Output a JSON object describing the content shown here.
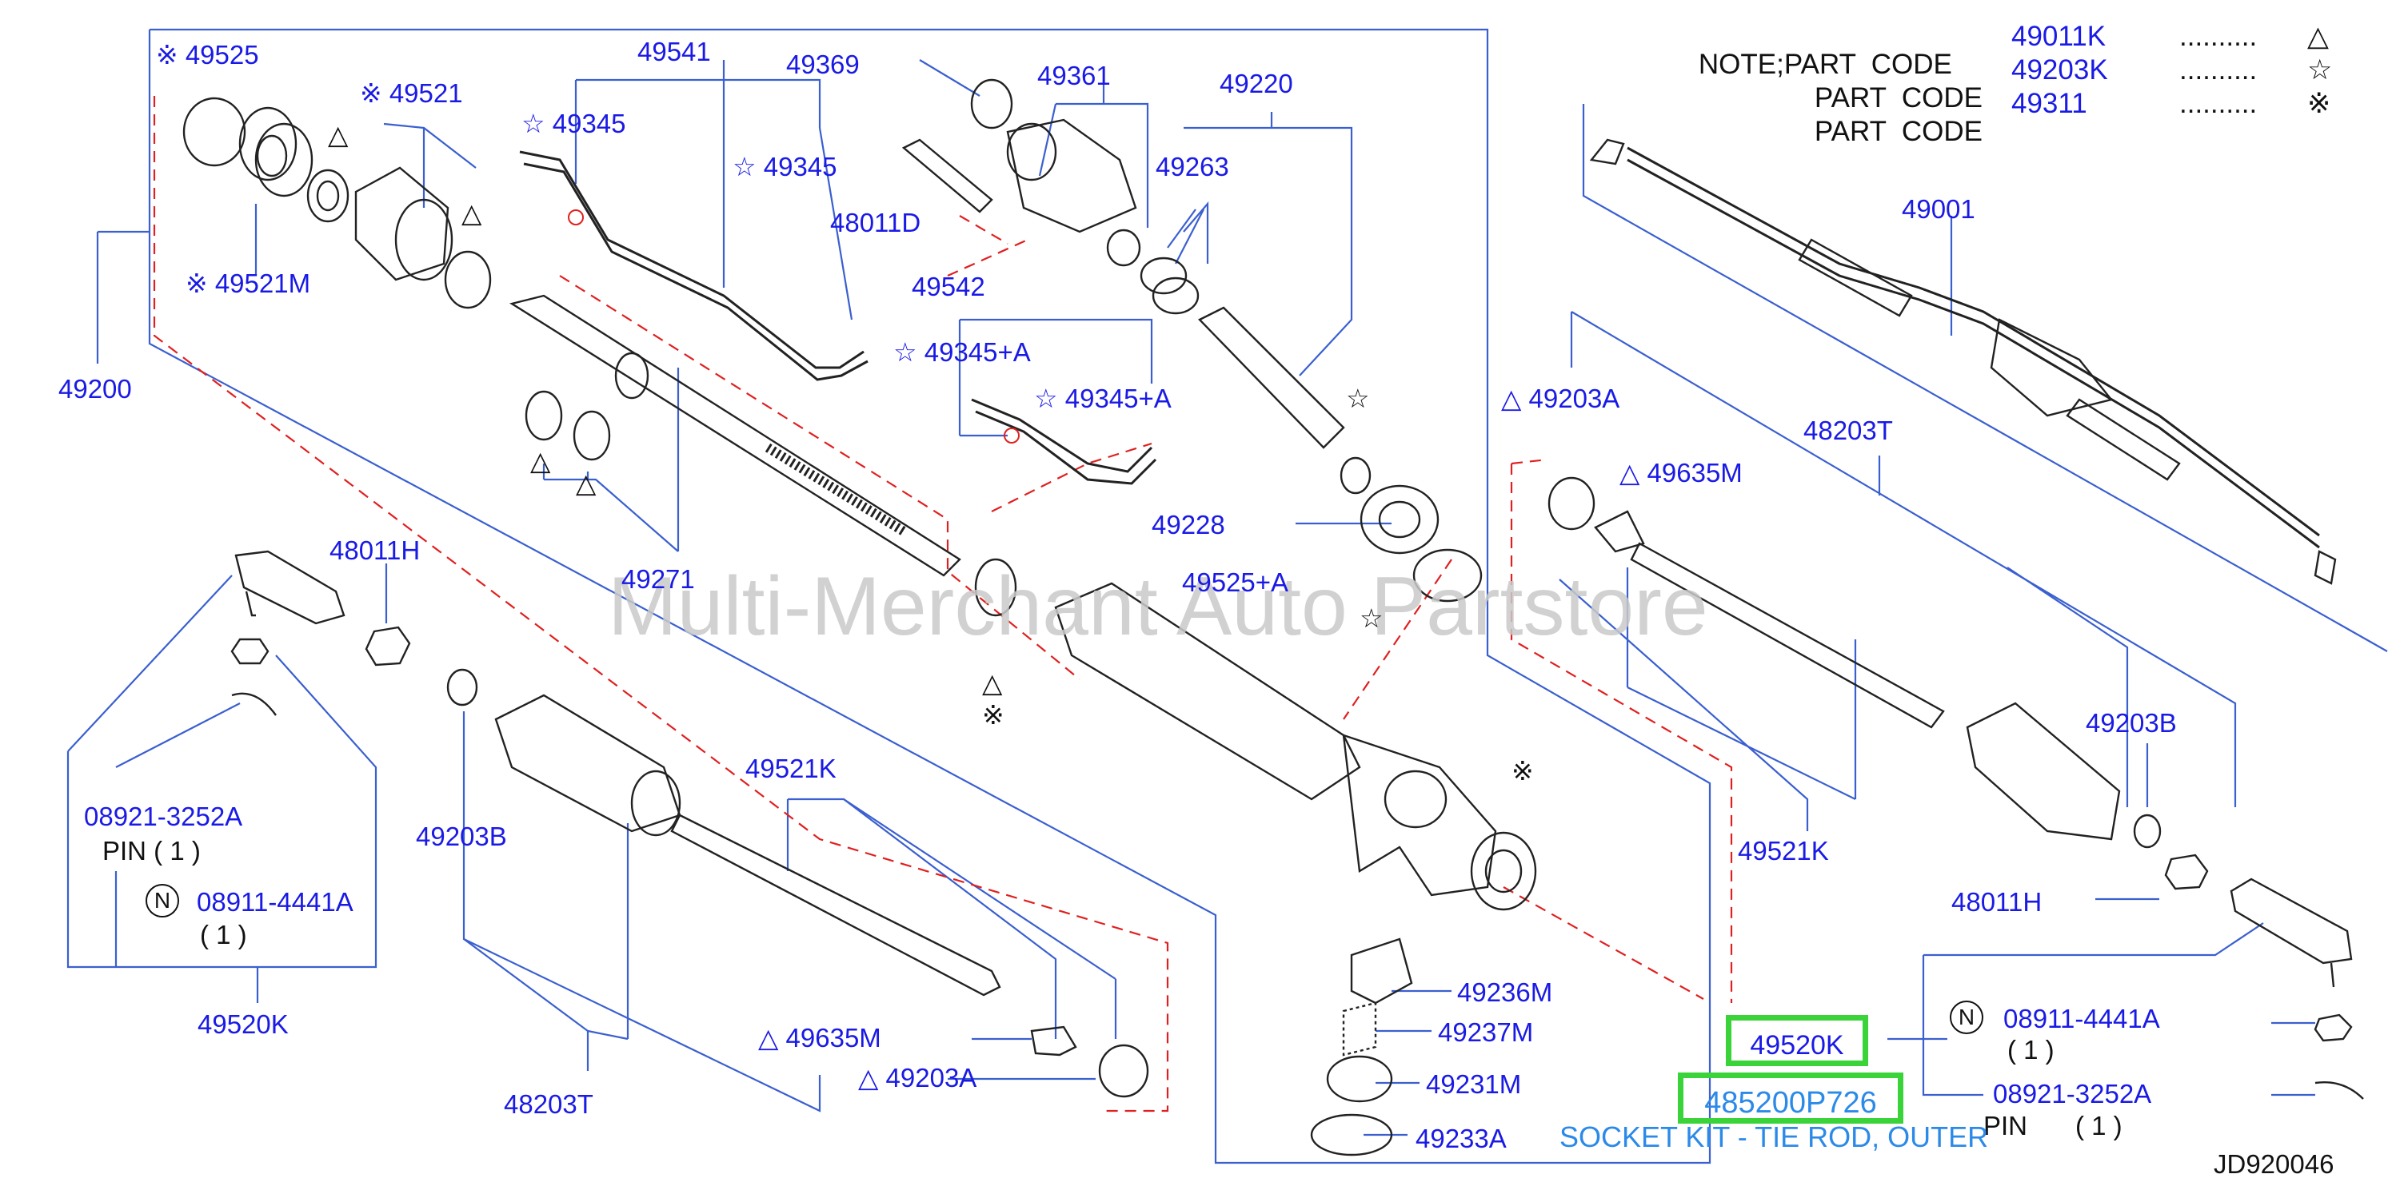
{
  "note": {
    "rows": [
      {
        "prefix": "NOTE;PART  CODE",
        "code": "49011K",
        "dots": "..........",
        "symbol": "△"
      },
      {
        "prefix": "PART  CODE",
        "code": "49203K",
        "dots": "..........",
        "symbol": "☆"
      },
      {
        "prefix": "PART  CODE",
        "code": "49311",
        "dots": "..........",
        "symbol": "※"
      }
    ]
  },
  "labels": {
    "p49525": "※ 49525",
    "p49521": "※ 49521",
    "p49521M": "※ 49521M",
    "p49541": "49541",
    "p49369": "49369",
    "p49345a": "☆ 49345",
    "p49345b": "☆ 49345",
    "p49361": "49361",
    "p49220": "49220",
    "p49263": "49263",
    "p48011D": "48011D",
    "p49542": "49542",
    "p49345A1": "☆ 49345+A",
    "p49345A2": "☆ 49345+A",
    "p49200": "49200",
    "p49228": "49228",
    "p49271": "49271",
    "p48011H_left": "48011H",
    "p49525A": "49525+A",
    "p49001": "49001",
    "p49203A_right": "△ 49203A",
    "p48203T_right": "48203T",
    "p49635M_right": "△ 49635M",
    "p49203B_right": "49203B",
    "p49521K_right": "49521K",
    "p48011H_right": "48011H",
    "p08921_left": "08921-3252A",
    "pin_left": "PIN  ( 1 )",
    "p08911_left": "08911-4441A",
    "qty_left": "( 1  )",
    "p49520K_left": "49520K",
    "p49203B_left": "49203B",
    "p49521K_mid": "49521K",
    "p48203T_left": "48203T",
    "p49635M_left": "△ 49635M",
    "p49203A_left": "△ 49203A",
    "p49236M": "49236M",
    "p49237M": "49237M",
    "p49231M": "49231M",
    "p49233A": "49233A",
    "p08911_right": "08911-4441A",
    "qty_right": "( 1  )",
    "p08921_right": "08921-3252A",
    "pin_right": "PIN",
    "pin_right_qty": "( 1 )",
    "sym_tri1": "△",
    "sym_tri2": "△",
    "sym_tri3": "△",
    "sym_tri4": "△",
    "sym_tri5": "△",
    "sym_star1": "☆",
    "sym_star2": "☆",
    "sym_kome1": "※",
    "sym_kome2": "※",
    "n_symbol": "N",
    "doc_id": "JD920046"
  },
  "highlight": {
    "part": "49520K",
    "part_number": "485200P726",
    "description": "SOCKET KIT - TIE ROD, OUTER"
  },
  "watermark": "Multi-Merchant Auto Partstore",
  "colors": {
    "label_blue": "#1a1ae6",
    "leader_blue": "#3a5fd0",
    "dash_red": "#e02020",
    "highlight_green": "#3ad43a",
    "description_blue": "#2b8ae8"
  }
}
